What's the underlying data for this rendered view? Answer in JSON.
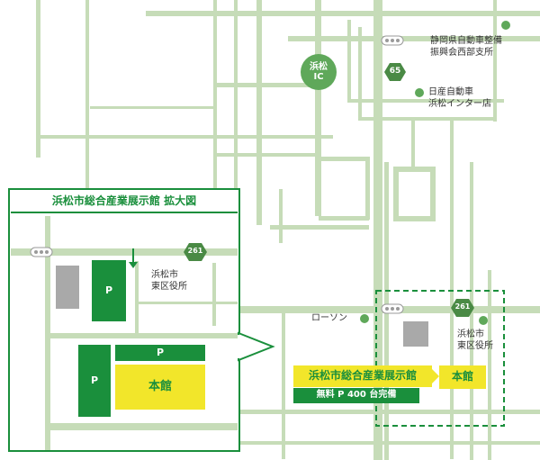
{
  "inset": {
    "title": "浜松市総合産業展示館 拡大図",
    "parking_label": "P",
    "main_hall_label": "本館",
    "route_number": "261",
    "ward_office_line1": "浜松市",
    "ward_office_line2": "東区役所"
  },
  "map": {
    "ic_line1": "浜松",
    "ic_line2": "IC",
    "route_65": "65",
    "route_261": "261",
    "poi_shizuoka_line1": "静岡県自動車整備",
    "poi_shizuoka_line2": "振興会西部支所",
    "poi_nissan_line1": "日産自動車",
    "poi_nissan_line2": "浜松インター店",
    "poi_lawson": "ローソン",
    "poi_ward_line1": "浜松市",
    "poi_ward_line2": "東区役所",
    "venue_name": "浜松市総合産業展示館",
    "parking_info": "無料 P 400 台完備",
    "main_hall": "本館"
  },
  "colors": {
    "road": "#c6dcb8",
    "green": "#1a8f3c",
    "yellow": "#f2e62a",
    "building_gray": "#a9a9a9",
    "poi_dot": "#5fa85a"
  }
}
